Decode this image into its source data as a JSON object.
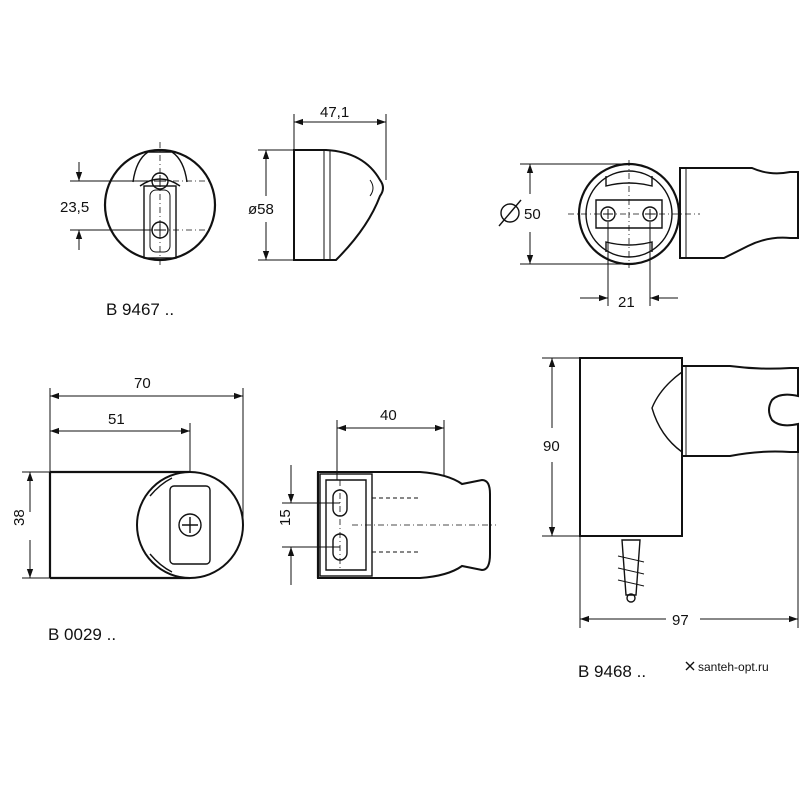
{
  "parts": {
    "b9467": {
      "model": "B 9467 ..",
      "dim_height": "23,5",
      "dim_diameter": "ø58",
      "dim_depth": "47,1"
    },
    "b9468_top": {
      "dim_diameter": "50",
      "dim_spacing": "21"
    },
    "b0029": {
      "model": "B 0029 ..",
      "dim_length_total": "70",
      "dim_length_partial": "51",
      "dim_height": "38",
      "dim_depth": "40",
      "dim_slot": "15"
    },
    "b9468": {
      "model": "B 9468 ..",
      "dim_height": "90",
      "dim_length": "97"
    }
  },
  "watermark": {
    "text": "santeh-opt.ru"
  }
}
